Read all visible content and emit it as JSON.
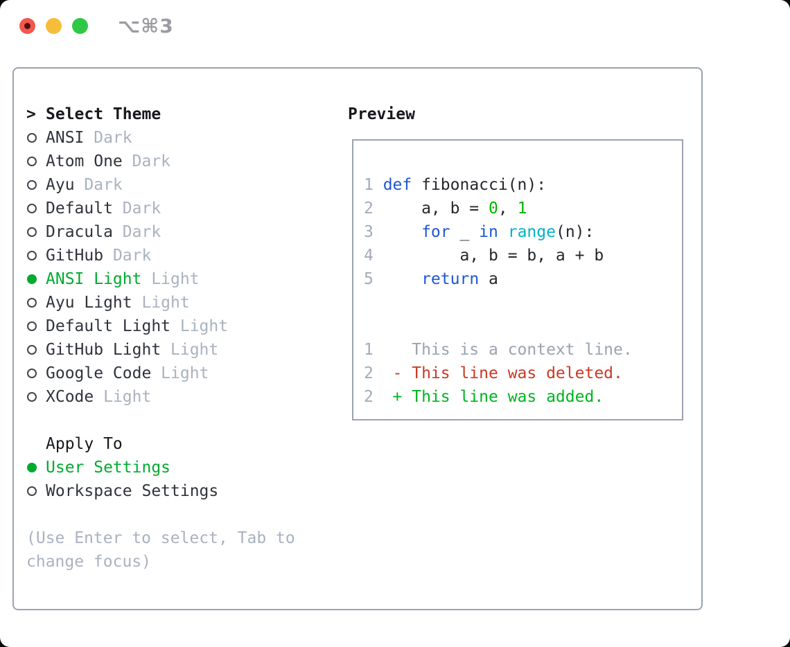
{
  "window": {
    "title": "⌥⌘3",
    "traffic_lights": {
      "close": "#f2574d",
      "minimize": "#f6bd3b",
      "zoom": "#2fc846"
    }
  },
  "colors": {
    "accent_green": "#00ab2f",
    "keyword_blue": "#1e56d6",
    "function_cyan": "#00b3cc",
    "literal_green": "#00b400",
    "deleted_red": "#c93a23",
    "added_green": "#00b41e",
    "muted_gray": "#a9b2bf",
    "border_gray": "#9aa3ae"
  },
  "theme_panel": {
    "pointer": ">",
    "header": "Select Theme",
    "items": [
      {
        "name": "ANSI",
        "variant": "Dark",
        "selected": false
      },
      {
        "name": "Atom One",
        "variant": "Dark",
        "selected": false
      },
      {
        "name": "Ayu",
        "variant": "Dark",
        "selected": false
      },
      {
        "name": "Default",
        "variant": "Dark",
        "selected": false
      },
      {
        "name": "Dracula",
        "variant": "Dark",
        "selected": false
      },
      {
        "name": "GitHub",
        "variant": "Dark",
        "selected": false
      },
      {
        "name": "ANSI Light",
        "variant": "Light",
        "selected": true
      },
      {
        "name": "Ayu Light",
        "variant": "Light",
        "selected": false
      },
      {
        "name": "Default Light",
        "variant": "Light",
        "selected": false
      },
      {
        "name": "GitHub Light",
        "variant": "Light",
        "selected": false
      },
      {
        "name": "Google Code",
        "variant": "Light",
        "selected": false
      },
      {
        "name": "XCode",
        "variant": "Light",
        "selected": false
      }
    ]
  },
  "apply_panel": {
    "header": "Apply To",
    "options": [
      {
        "label": "User Settings",
        "selected": true
      },
      {
        "label": "Workspace Settings",
        "selected": false
      }
    ]
  },
  "help_text": "(Use Enter to select, Tab to change focus)",
  "preview": {
    "header": "Preview",
    "code_lines": [
      {
        "num": "1",
        "tokens": [
          [
            "def",
            "kw"
          ],
          [
            " fibonacci(n):",
            "pl"
          ]
        ]
      },
      {
        "num": "2",
        "tokens": [
          [
            "    a, b = ",
            "pl"
          ],
          [
            "0",
            "num"
          ],
          [
            ", ",
            "pl"
          ],
          [
            "1",
            "num"
          ]
        ]
      },
      {
        "num": "3",
        "tokens": [
          [
            "    ",
            "pl"
          ],
          [
            "for",
            "kw"
          ],
          [
            " _ ",
            "pl"
          ],
          [
            "in",
            "kw"
          ],
          [
            " ",
            "pl"
          ],
          [
            "range",
            "fn"
          ],
          [
            "(n):",
            "pl"
          ]
        ]
      },
      {
        "num": "4",
        "tokens": [
          [
            "        a, b = b, a + b",
            "pl"
          ]
        ]
      },
      {
        "num": "5",
        "tokens": [
          [
            "    ",
            "pl"
          ],
          [
            "return",
            "kw"
          ],
          [
            " a",
            "pl"
          ]
        ]
      }
    ],
    "diff_lines": [
      {
        "num": "1",
        "prefix": "   ",
        "text": "This is a context line.",
        "kind": "context"
      },
      {
        "num": "2",
        "prefix": " - ",
        "text": "This line was deleted.",
        "kind": "deleted"
      },
      {
        "num": "2",
        "prefix": " + ",
        "text": "This line was added.",
        "kind": "added"
      }
    ]
  }
}
